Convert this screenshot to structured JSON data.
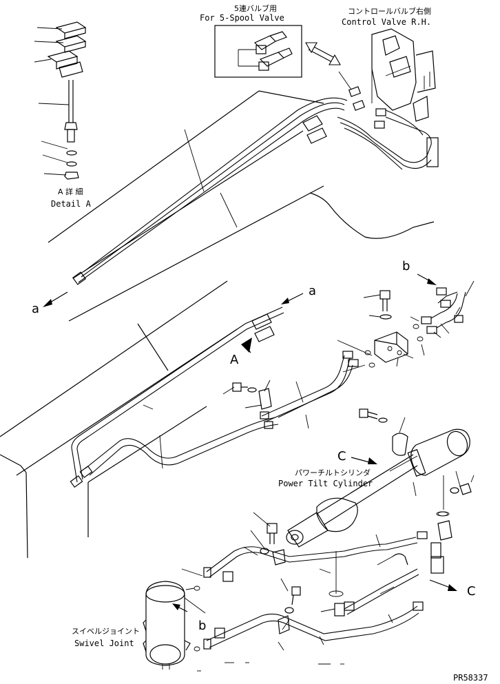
{
  "labels": {
    "five_spool_jp": "5連バルブ用",
    "five_spool_en": "For 5-Spool Valve",
    "control_valve_jp": "コントロールバルブ右側",
    "control_valve_en": "Control Valve R.H.",
    "detail_a_jp": "A 詳 細",
    "detail_a_en": "Detail A",
    "power_tilt_jp": "パワーチルトシリンダ",
    "power_tilt_en": "Power Tilt Cylinder",
    "swivel_jp": "スイベルジョイント",
    "swivel_en": "Swivel Joint",
    "part_number": "PR58337"
  },
  "reference_letters": {
    "a_left": "a",
    "a_right": "a",
    "b_top": "b",
    "b_bottom": "b",
    "c_top": "C",
    "c_right": "C",
    "view_a": "A"
  }
}
